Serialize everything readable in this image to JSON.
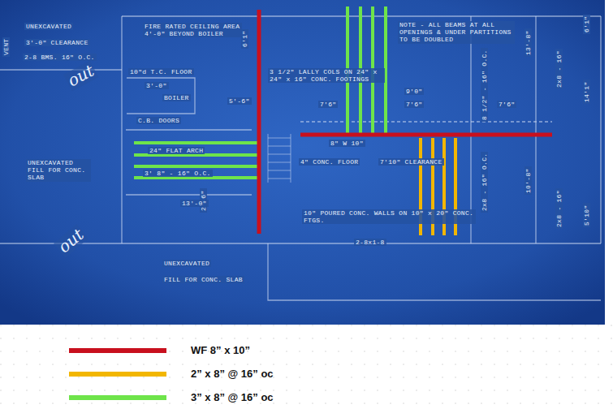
{
  "diagram": {
    "labels": [
      "VENT",
      "UNEXCAVATED",
      "3'-0\" CLEARANCE",
      "2-8 BMS. 16\" O.C.",
      "out",
      "FIRE RATED CEILING AREA 4'-0\" BEYOND BOILER",
      "6'1\"",
      "10\"d T.C. FLOOR",
      "3'-0\"",
      "BOILER",
      "C.B. DOORS",
      "5'-6\"",
      "3 1/2\" LALLY COLS ON 24\" x 24\" x 16\" CONC. FOOTINGS",
      "NOTE - ALL BEAMS AT ALL OPENINGS & UNDER PARTITIONS TO BE DOUBLED",
      "7'6\"",
      "9'0\"",
      "7'6\"",
      "7'6\"",
      "13'-8\"",
      "8\" W 10\"",
      "24\" FLAT ARCH",
      "3' 8\" - 16\" O.C.",
      "UNEXCAVATED FILL FOR CONC. SLAB",
      "2'-6\"",
      "13'-0\"",
      "4\" CONC. FLOOR",
      "7'10\" CLEARANCE",
      "10\" POURED CONC. WALLS ON 10\" x 20\" CONC. FTGS.",
      "2-8x1-8",
      "out",
      "UNEXCAVATED",
      "FILL FOR CONC. SLAB",
      "8 1/2\" - 16\" O.C.",
      "10'-8\"",
      "2x8 - 16\" O.C.",
      "6'1\"",
      "14'1\"",
      "5'10\"",
      "2x8 - 16\"",
      "2x8 - 16\""
    ],
    "legend": [
      {
        "text": "WF 8” x 10”",
        "color": "#c8101e"
      },
      {
        "text": "2” x 8” @ 16” oc",
        "color": "#f2b600"
      },
      {
        "text": "3” x 8” @ 16” oc",
        "color": "#6ee44a"
      }
    ]
  }
}
